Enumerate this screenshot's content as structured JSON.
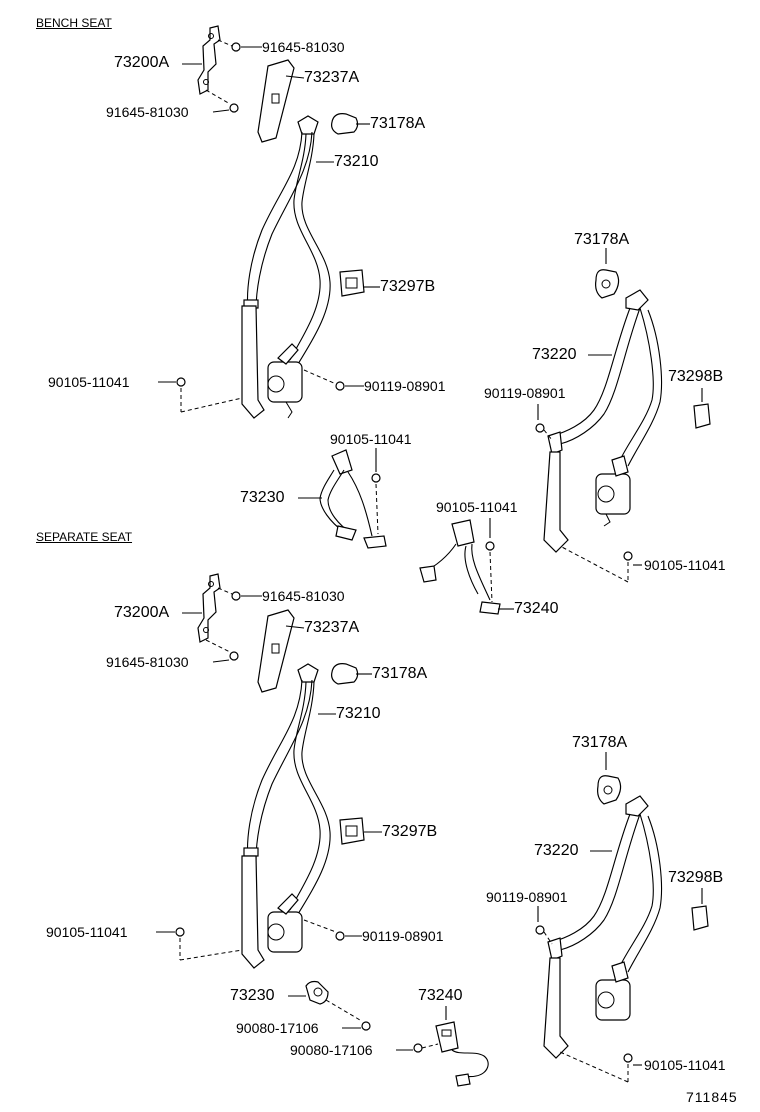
{
  "sections": {
    "bench_seat": "BENCH SEAT",
    "separate_seat": "SEPARATE SEAT"
  },
  "illustration_number": "711845",
  "labels": {
    "b_73200A": "73200A",
    "b_91645_top": "91645-81030",
    "b_91645_bot": "91645-81030",
    "b_73237A": "73237A",
    "b_73178A_left": "73178A",
    "b_73210": "73210",
    "b_73297B": "73297B",
    "b_90105_left": "90105-11041",
    "b_90119_left": "90119-08901",
    "b_73178A_right": "73178A",
    "b_73220": "73220",
    "b_90119_right": "90119-08901",
    "b_73298B": "73298B",
    "b_90105_rightlow": "90105-11041",
    "b_90105_73230": "90105-11041",
    "b_73230": "73230",
    "b_90105_73240": "90105-11041",
    "b_73240": "73240",
    "s_73200A": "73200A",
    "s_91645_top": "91645-81030",
    "s_91645_bot": "91645-81030",
    "s_73237A": "73237A",
    "s_73178A_left": "73178A",
    "s_73210": "73210",
    "s_73297B": "73297B",
    "s_90105_left": "90105-11041",
    "s_90119_left": "90119-08901",
    "s_73178A_right": "73178A",
    "s_73220": "73220",
    "s_90119_right": "90119-08901",
    "s_73298B": "73298B",
    "s_90105_right": "90105-11041",
    "s_73230": "73230",
    "s_90080_a": "90080-17106",
    "s_73240": "73240",
    "s_90080_b": "90080-17106"
  }
}
